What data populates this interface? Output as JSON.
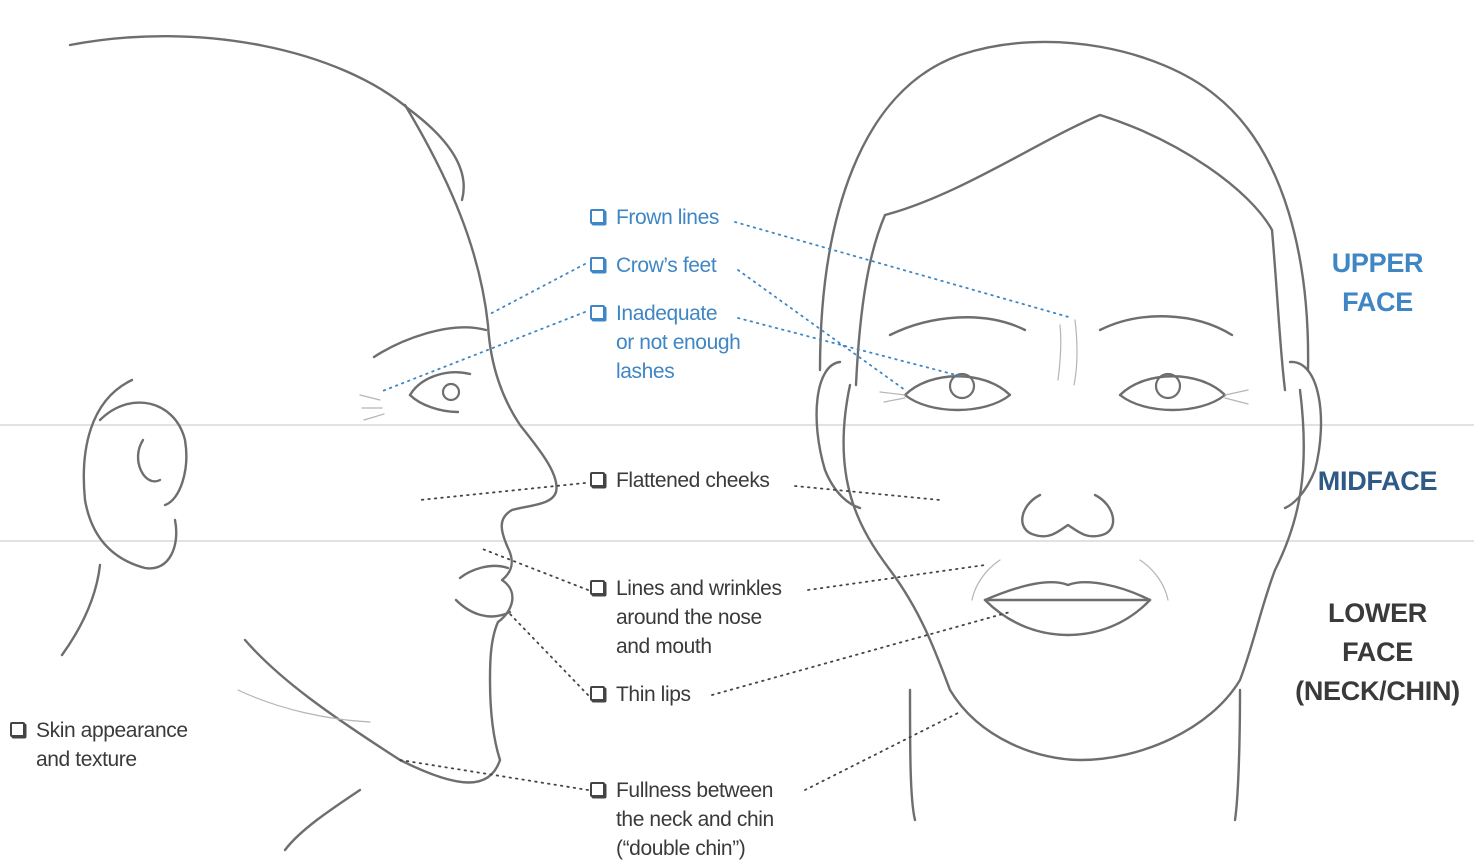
{
  "colors": {
    "upper_accent": "#3f86c4",
    "mid_accent": "#2f5a86",
    "lower_text": "#3a3a3a",
    "line_art": "#6e6e6e"
  },
  "zones": {
    "upper": "UPPER\nFACE",
    "mid": "MIDFACE",
    "lower": "LOWER\nFACE\n(NECK/CHIN)"
  },
  "concerns": {
    "frown_lines": "Frown lines",
    "crows_feet": "Crow’s feet",
    "lashes": "Inadequate\nor not enough\nlashes",
    "cheeks": "Flattened cheeks",
    "nose_mouth": "Lines and wrinkles\naround the nose\nand mouth",
    "thin_lips": "Thin lips",
    "double_chin": "Fullness between\nthe neck and chin\n(“double chin”)",
    "skin": "Skin appearance\nand texture"
  }
}
